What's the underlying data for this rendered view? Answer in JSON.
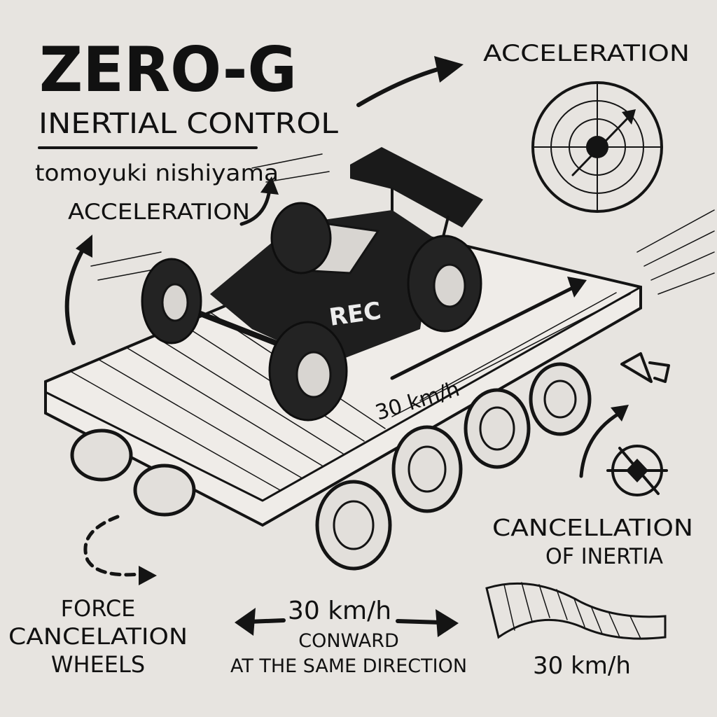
{
  "title": {
    "main": "ZERO-G",
    "subtitle": "INERTIAL CONTROL",
    "author": "tomoyuki nishiyama"
  },
  "labels": {
    "acceleration_left": "ACCELERATION",
    "acceleration_top": "ACCELERATION",
    "platform_speed": "30 km/h",
    "car_badge": "REC",
    "cancellation_line1": "CANCELLATION",
    "cancellation_line2": "OF INERTIA",
    "force_line1": "FORCE",
    "force_line2": "CANCELATION",
    "force_line3": "WHEELS",
    "center_speed": "30 km/h",
    "center_line1": "CONWARD",
    "center_line2": "AT THE SAME DIRECTION",
    "right_speed": "30 km/h"
  },
  "colors": {
    "ink": "#141414",
    "paper": "#e7e4e0"
  }
}
